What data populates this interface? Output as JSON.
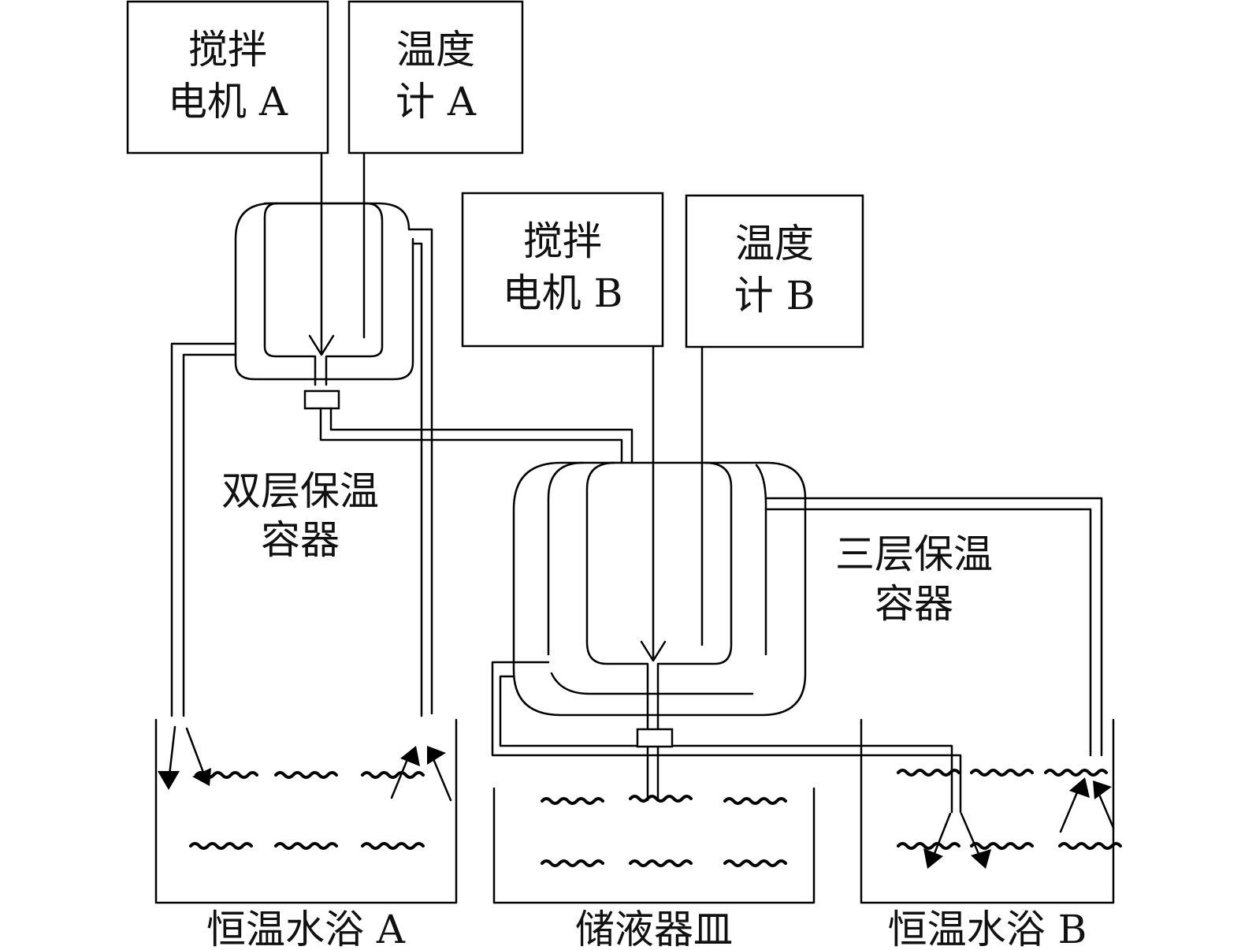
{
  "devices": {
    "stirrer_a": {
      "line1": "搅拌",
      "line2": "电机 A"
    },
    "thermo_a": {
      "line1": "温度",
      "line2": "计 A"
    },
    "stirrer_b": {
      "line1": "搅拌",
      "line2": "电机 B"
    },
    "thermo_b": {
      "line1": "温度",
      "line2": "计 B"
    }
  },
  "containers": {
    "double": {
      "line1": "双层保温",
      "line2": "容器"
    },
    "triple": {
      "line1": "三层保温",
      "line2": "容器"
    }
  },
  "baths": {
    "bath_a": "恒温水浴 A",
    "reservoir": "储液器皿",
    "bath_b": "恒温水浴 B"
  }
}
